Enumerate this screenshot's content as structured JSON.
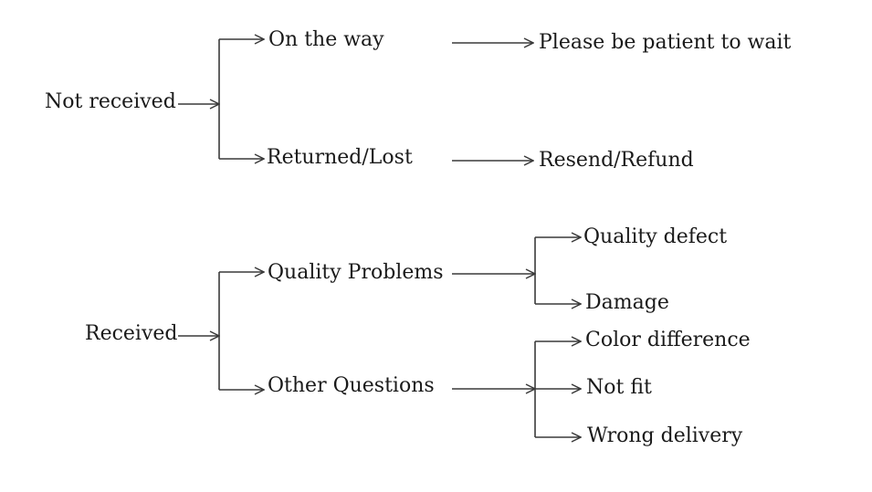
{
  "nodes": {
    "not_received": "Not received",
    "on_the_way": "On the way",
    "please_wait": "Please be patient to wait",
    "returned_lost": "Returned/Lost",
    "resend_refund": "Resend/Refund",
    "received": "Received",
    "quality_problems": "Quality Problems",
    "quality_defect": "Quality defect",
    "damage": "Damage",
    "other_questions": "Other Questions",
    "color_difference": "Color difference",
    "not_fit": "Not fit",
    "wrong_delivery": "Wrong delivery"
  }
}
